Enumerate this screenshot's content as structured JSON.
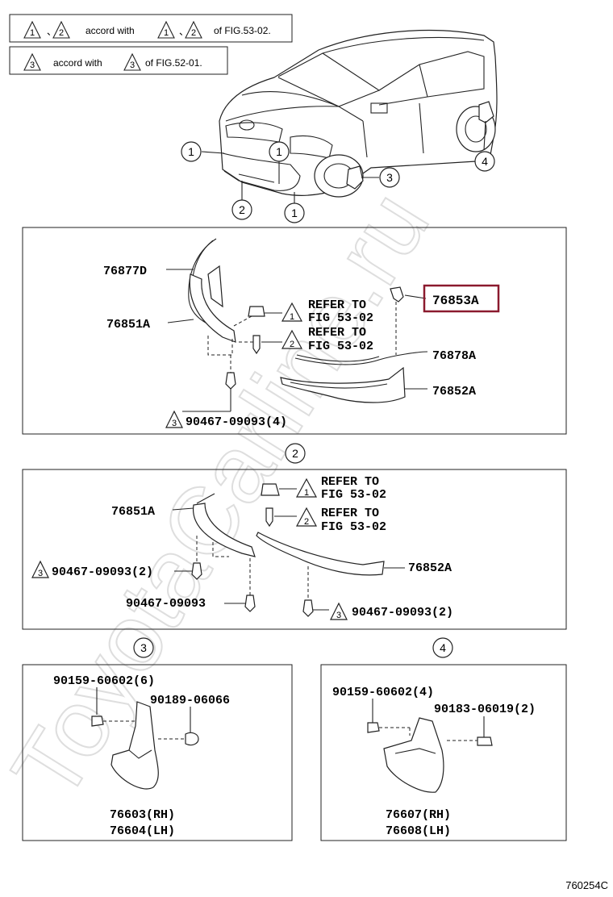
{
  "legend": {
    "row1": {
      "n1": "1",
      "n2": "2",
      "sep": "、",
      "accord": "accord with",
      "fig": "of FIG.53-02."
    },
    "row2": {
      "n": "3",
      "accord": "accord with",
      "fig": "of FIG.52-01."
    }
  },
  "watermark": "ToyotaCarline.ru",
  "car_callouts": [
    "1",
    "1",
    "2",
    "1",
    "3",
    "4"
  ],
  "section1": {
    "parts": {
      "p76877D": "76877D",
      "p76851A": "76851A",
      "p76853A": "76853A",
      "p76878A": "76878A",
      "p76852A": "76852A",
      "p90467": "90467-09093(4)"
    },
    "refer1": {
      "num": "1",
      "line1": "REFER TO",
      "line2": "FIG 53-02"
    },
    "refer2": {
      "num": "2",
      "line1": "REFER TO",
      "line2": "FIG 53-02"
    },
    "clip_num": "3"
  },
  "section2": {
    "label": "2",
    "parts": {
      "p76851A": "76851A",
      "p76852A": "76852A",
      "p90467a": "90467-09093(2)",
      "p90467b": "90467-09093",
      "p90467c": "90467-09093(2)"
    },
    "refer1": {
      "num": "1",
      "line1": "REFER TO",
      "line2": "FIG 53-02"
    },
    "refer2": {
      "num": "2",
      "line1": "REFER TO",
      "line2": "FIG 53-02"
    },
    "clip_num_a": "3",
    "clip_num_c": "3"
  },
  "section3": {
    "label": "3",
    "parts": {
      "p90159": "90159-60602(6)",
      "p90189": "90189-06066",
      "rh": "76603(RH)",
      "lh": "76604(LH)"
    }
  },
  "section4": {
    "label": "4",
    "parts": {
      "p90159": "90159-60602(4)",
      "p90183": "90183-06019(2)",
      "rh": "76607(RH)",
      "lh": "76608(LH)"
    }
  },
  "figure_code": "760254C",
  "colors": {
    "highlight": "#8b1a2e",
    "ink": "#222222",
    "watermark": "#dcdcdc"
  }
}
